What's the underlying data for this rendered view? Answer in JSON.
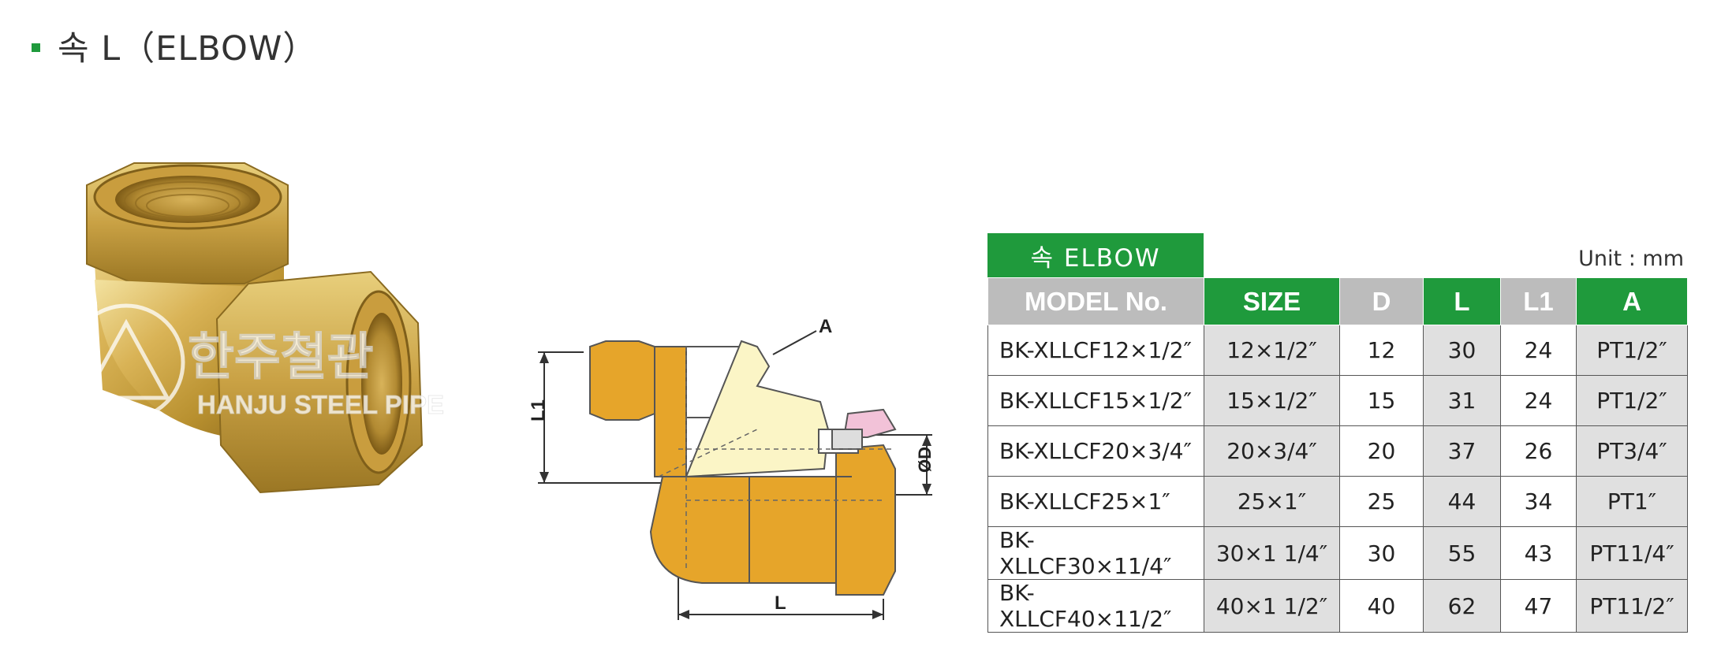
{
  "heading": {
    "title": "속 L（ELBOW）"
  },
  "photo": {
    "watermark_korean": "한주철관",
    "watermark_english": "HANJU STEEL PIPE"
  },
  "drawing": {
    "label_a": "A",
    "label_l1": "L1",
    "label_l": "L",
    "label_d": "ØD"
  },
  "table": {
    "tab_label": "속 ELBOW",
    "unit": "Unit : mm",
    "headers": [
      "MODEL No.",
      "SIZE",
      "D",
      "L",
      "L1",
      "A"
    ],
    "rows": [
      [
        "BK-XLLCF12×1/2″",
        "12×1/2″",
        "12",
        "30",
        "24",
        "PT1/2″"
      ],
      [
        "BK-XLLCF15×1/2″",
        "15×1/2″",
        "15",
        "31",
        "24",
        "PT1/2″"
      ],
      [
        "BK-XLLCF20×3/4″",
        "20×3/4″",
        "20",
        "37",
        "26",
        "PT3/4″"
      ],
      [
        "BK-XLLCF25×1″",
        "25×1″",
        "25",
        "44",
        "34",
        "PT1″"
      ],
      [
        "BK-XLLCF30×11/4″",
        "30×1 1/4″",
        "30",
        "55",
        "43",
        "PT11/4″"
      ],
      [
        "BK-XLLCF40×11/2″",
        "40×1 1/2″",
        "40",
        "62",
        "47",
        "PT11/2″"
      ]
    ]
  }
}
